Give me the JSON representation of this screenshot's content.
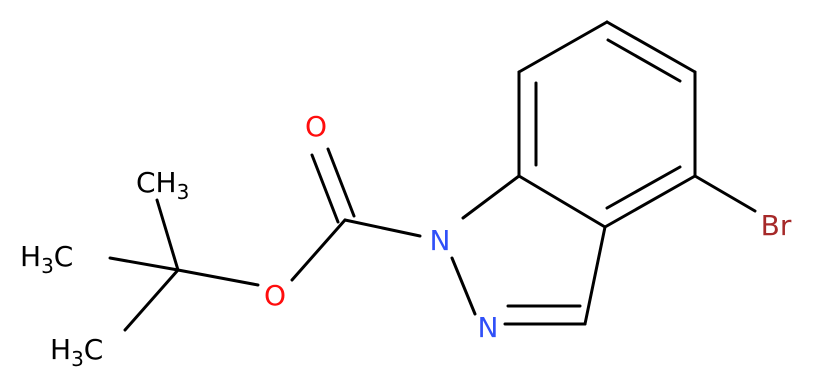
{
  "diagram": {
    "type": "chemical-structure",
    "atoms": {
      "o_carbonyl": "O",
      "o_ester": "O",
      "n1": "N",
      "n2": "N",
      "br": "Br",
      "ch3_top": {
        "main": "CH",
        "sub": "3"
      },
      "ch3_left": {
        "main": "H",
        "sub": "3",
        "tail": "C"
      },
      "ch3_bottom": {
        "main": "H",
        "sub": "3",
        "tail": "C"
      }
    },
    "colors": {
      "bond": "#000000",
      "carbon_label": "#000000",
      "oxygen": "#ff0d0d",
      "nitrogen": "#3050f8",
      "bromine": "#a62929"
    }
  }
}
